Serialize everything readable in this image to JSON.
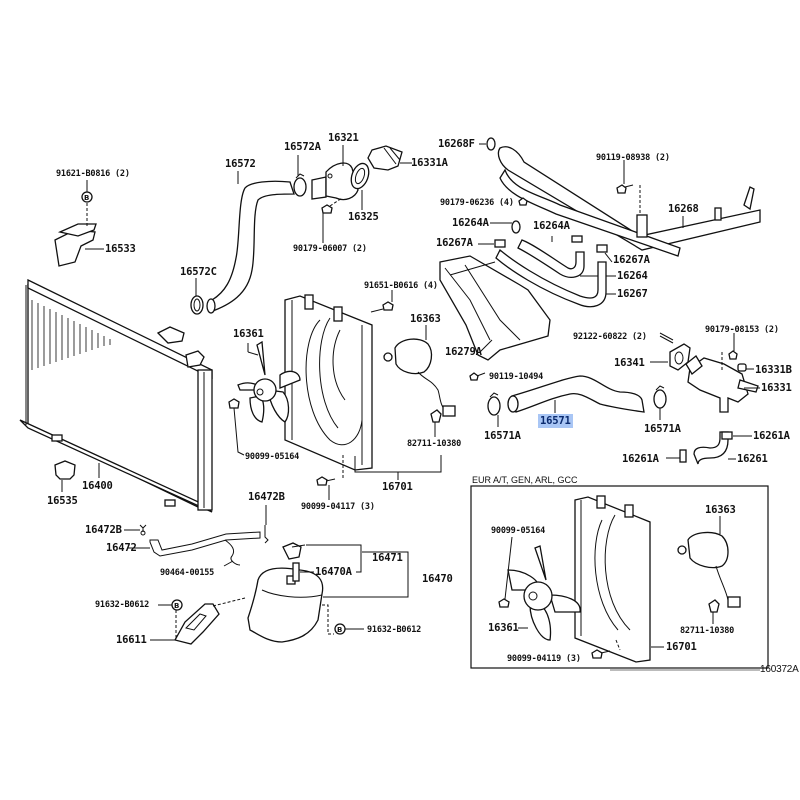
{
  "diagram": {
    "title": "Radiator & Water Outlet Parts Diagram",
    "highlight_color": "#a9c6f5",
    "highlight_text_color": "#0a2a6e",
    "selected_part": "16571",
    "illustration_code": "160372A",
    "inset": {
      "caption": "EUR A/T, GEN, ARL, GCC",
      "labels": {
        "p90099_05164": "90099-05164",
        "p16361": "16361",
        "p90099_04119": "90099-04119 (3)",
        "p16363": "16363",
        "p82711_10380": "82711-10380",
        "p16701": "16701"
      }
    },
    "labels": {
      "p91621_b0816": "91621-B0816 (2)",
      "p16533": "16533",
      "p16572": "16572",
      "p16572c": "16572C",
      "p16572a": "16572A",
      "p16321": "16321",
      "p16331a": "16331A",
      "p16325": "16325",
      "p90179_06007": "90179-06007 (2)",
      "p16268f": "16268F",
      "p90119_08938": "90119-08938 (2)",
      "p90179_06236": "90179-06236 (4)",
      "p16264a_1": "16264A",
      "p16264a_2": "16264A",
      "p16267a_1": "16267A",
      "p16267a_2": "16267A",
      "p16268": "16268",
      "p16264": "16264",
      "p16267": "16267",
      "p91651_b0616": "91651-B0616 (4)",
      "p16363": "16363",
      "p16279a": "16279A",
      "p16361": "16361",
      "p92122_60822": "92122-60822 (2)",
      "p90179_08153": "90179-08153 (2)",
      "p16341": "16341",
      "p16331b": "16331B",
      "p16331": "16331",
      "p90119_10494": "90119-10494",
      "p16571": "16571",
      "p16571a_1": "16571A",
      "p16571a_2": "16571A",
      "p16261a_1": "16261A",
      "p16261a_2": "16261A",
      "p16261": "16261",
      "p90099_05164": "90099-05164",
      "p82711_10380": "82711-10380",
      "p16701": "16701",
      "p16535": "16535",
      "p16400": "16400",
      "p90099_04117": "90099-04117 (3)",
      "p16472b_1": "16472B",
      "p16472b_2": "16472B",
      "p16472": "16472",
      "p90464_00155": "90464-00155",
      "p16471": "16471",
      "p16470a": "16470A",
      "p16470": "16470",
      "p91632_b0612_1": "91632-B0612",
      "p91632_b0612_2": "91632-B0612",
      "p16611": "16611"
    },
    "symbols": {
      "bolt_marker": "B"
    }
  }
}
